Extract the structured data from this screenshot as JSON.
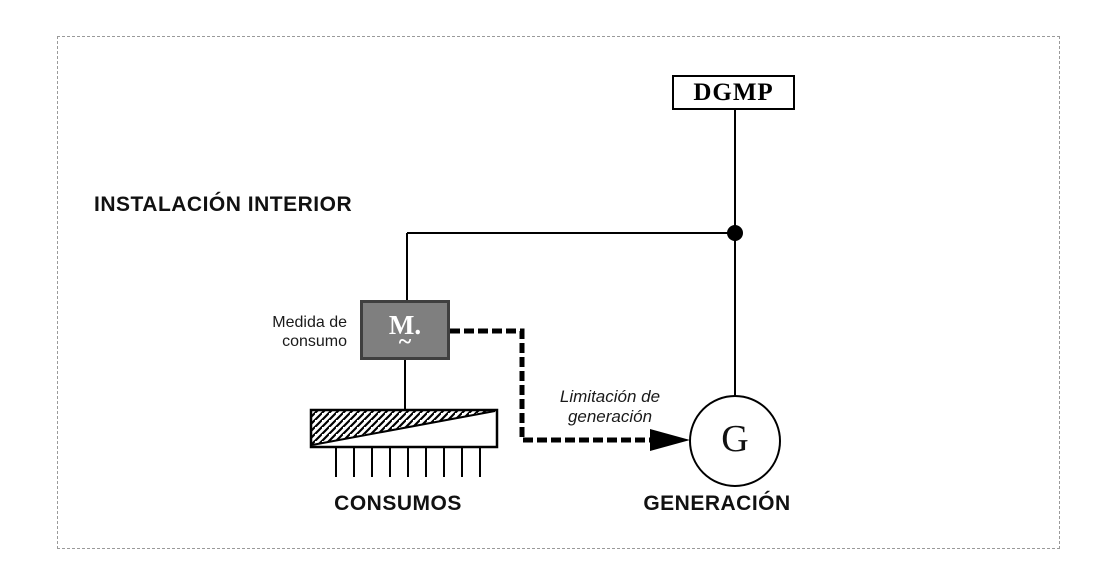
{
  "diagram": {
    "frame_title": "INSTALACIÓN INTERIOR",
    "dgmp": {
      "label": "DGMP"
    },
    "meter": {
      "label": "M.",
      "symbol": "~",
      "caption": "Medida de consumo"
    },
    "generator": {
      "label": "G",
      "caption": "GENERACIÓN"
    },
    "consumption": {
      "caption": "CONSUMOS"
    },
    "limit_link": {
      "label": "Limitación de generación"
    },
    "colors": {
      "wire": "#000000",
      "meter_fill": "#7f7f7f",
      "meter_border": "#3f3f3f",
      "frame_dotted": "#9a9a9a",
      "background": "#ffffff"
    }
  }
}
